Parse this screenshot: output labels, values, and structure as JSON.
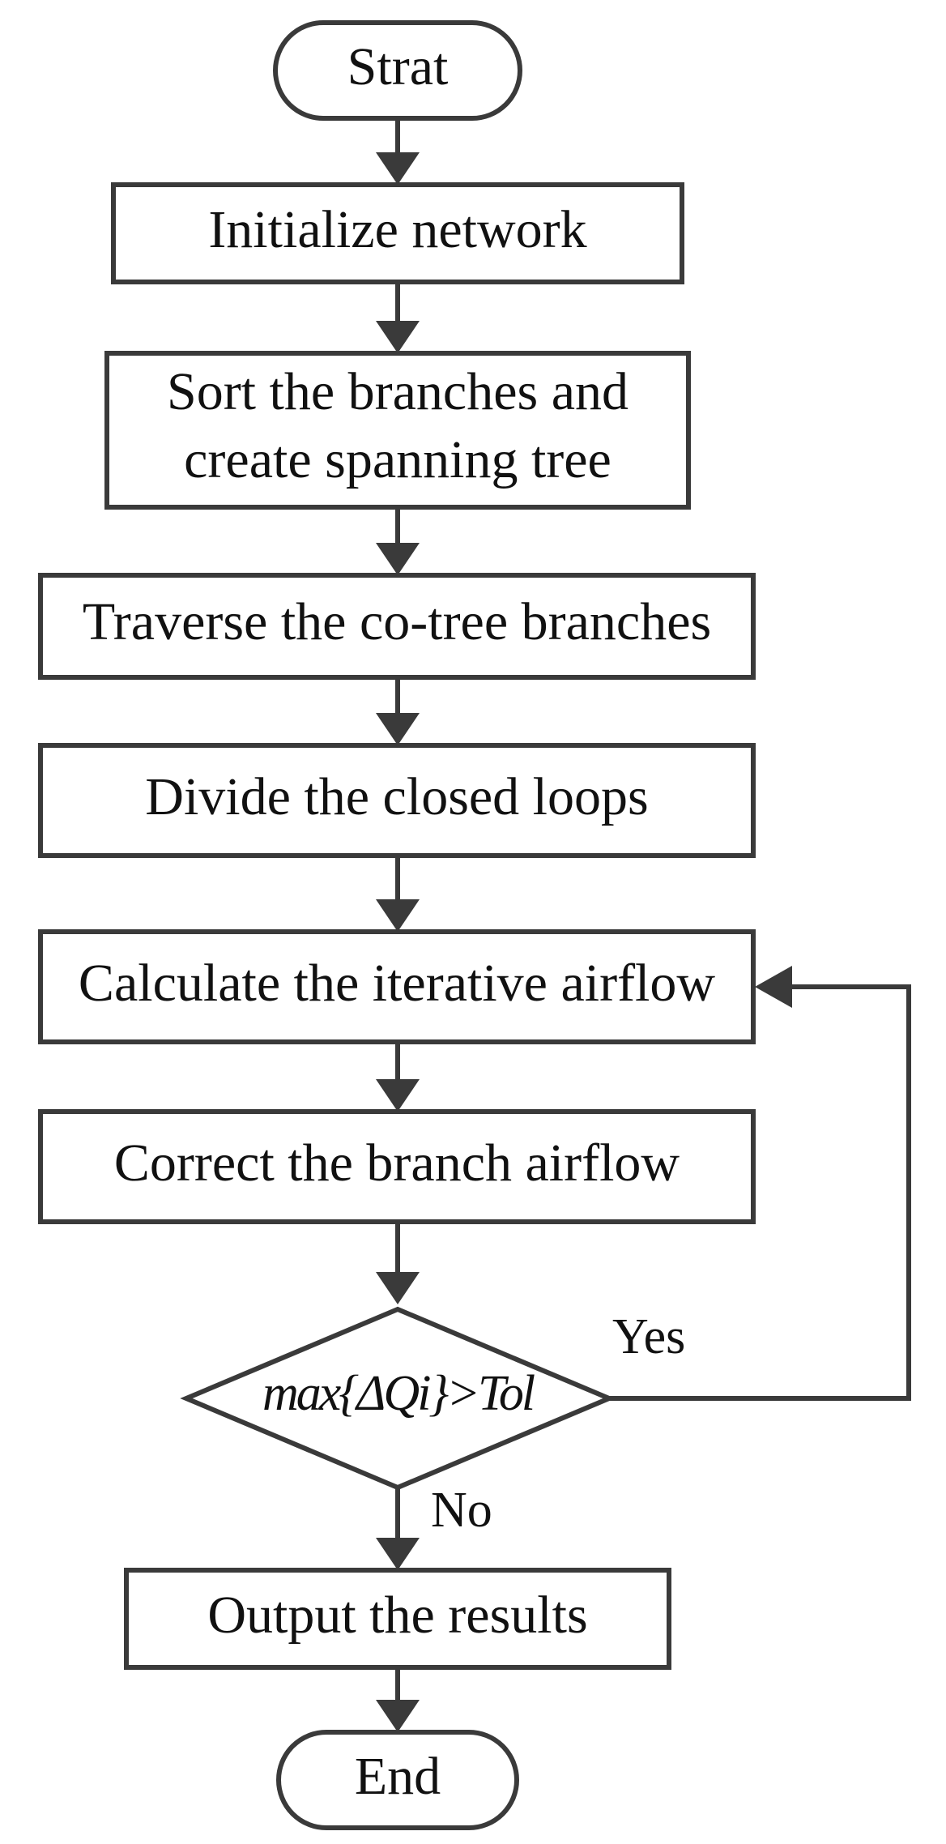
{
  "diagram": {
    "nodes": {
      "start": "Strat",
      "init": "Initialize network",
      "sort_line1": "Sort the branches and",
      "sort_line2": "create spanning tree",
      "traverse": "Traverse the co-tree branches",
      "divide": "Divide the closed loops",
      "calculate": "Calculate the iterative airflow",
      "correct": "Correct the branch airflow",
      "decision": "max{ΔQi}>Tol",
      "output": "Output the results",
      "end": "End"
    },
    "edges": {
      "yes": "Yes",
      "no": "No"
    },
    "colors": {
      "stroke": "#3a3a3a",
      "text": "#111111",
      "background": "#ffffff"
    }
  }
}
